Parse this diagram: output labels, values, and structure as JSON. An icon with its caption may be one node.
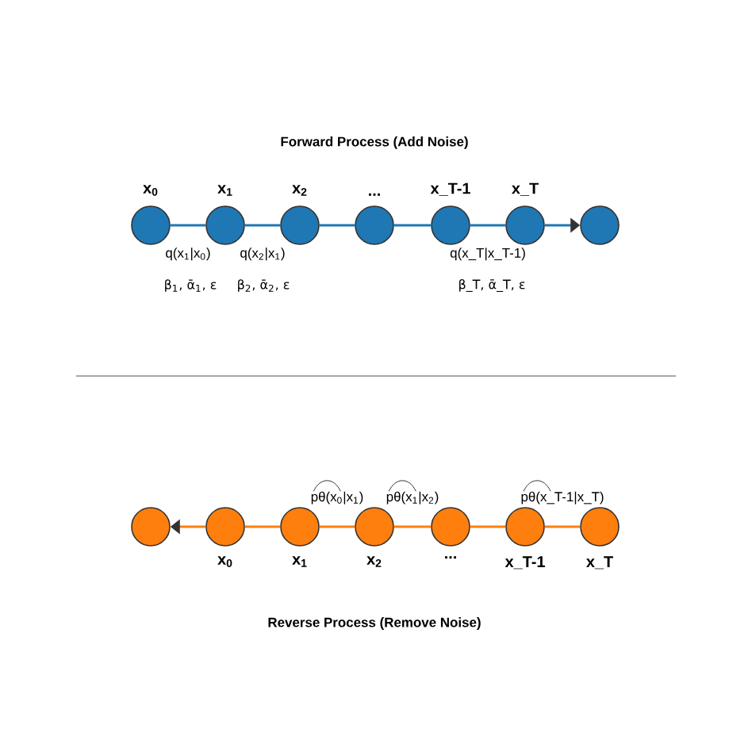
{
  "diagram": {
    "nodes": [
      {
        "text": [
          "x$_{0}$"
        ]
      },
      {
        "text": [
          "x$_{1}$"
        ]
      },
      {
        "text": [
          "x$_{2}$"
        ]
      },
      {
        "text": [
          "..."
        ]
      },
      {
        "text": [
          "x_T-1"
        ]
      },
      {
        "text": [
          "x_T"
        ]
      },
      {
        "text": [],
        "shape": "circle"
      },
      {
        "text": [],
        "shape": "circle"
      },
      {
        "text": [
          "x$_{0}$"
        ]
      },
      {
        "text": [
          "x$_{1}$"
        ]
      },
      {
        "text": [
          "x$_{2}$"
        ]
      },
      {
        "text": [
          "..."
        ]
      },
      {
        "text": [
          "x_T-1"
        ]
      },
      {
        "text": [
          "x_T"
        ]
      }
    ],
    "edges": [
      {
        "from": 0,
        "to": 1,
        "arrow": "none",
        "label": "q(x$_{1}$|x$_{0}$)",
        "color": "#1f77b4"
      },
      {
        "from": 1,
        "to": 2,
        "arrow": "none",
        "label": "q(x$_{2}$|x$_{1}$)",
        "color": "#1f77b4"
      },
      {
        "from": 2,
        "to": 3,
        "arrow": "none",
        "color": "#1f77b4"
      },
      {
        "from": 3,
        "to": 4,
        "arrow": "none",
        "color": "#1f77b4"
      },
      {
        "from": 4,
        "to": 5,
        "arrow": "none",
        "label": "q(x_T|x_T-1)",
        "color": "#1f77b4"
      },
      {
        "from": 5,
        "to": 6,
        "arrow": "to",
        "color": "#1f77b4"
      },
      {
        "from": 8,
        "to": 7,
        "arrow": "to",
        "color": "#ff7f0e"
      },
      {
        "from": 8,
        "to": 9,
        "arrow": "none",
        "color": "#ff7f0e"
      },
      {
        "from": 9,
        "to": 10,
        "arrow": "none",
        "label": "pθ(x$_{0}$|x$_{1}$)",
        "color": "#ff7f0e"
      },
      {
        "from": 10,
        "to": 11,
        "arrow": "none",
        "label": "pθ(x$_{1}$|x$_{2}$)",
        "color": "#ff7f0e"
      },
      {
        "from": 11,
        "to": 12,
        "arrow": "none",
        "color": "#ff7f0e"
      },
      {
        "from": 12,
        "to": 13,
        "arrow": "none",
        "label": "pθ(x_T-1|x_T)",
        "color": "#ff7f0e"
      }
    ],
    "labels": [
      "Forward Process (Add Noise)",
      "β$_{1}$, ᾱ$_{1}$, ε",
      "β$_{2}$, ᾱ$_{2}$, ε",
      "β_T, ᾱ_T, ε",
      "Reverse Process (Remove Noise)"
    ]
  }
}
